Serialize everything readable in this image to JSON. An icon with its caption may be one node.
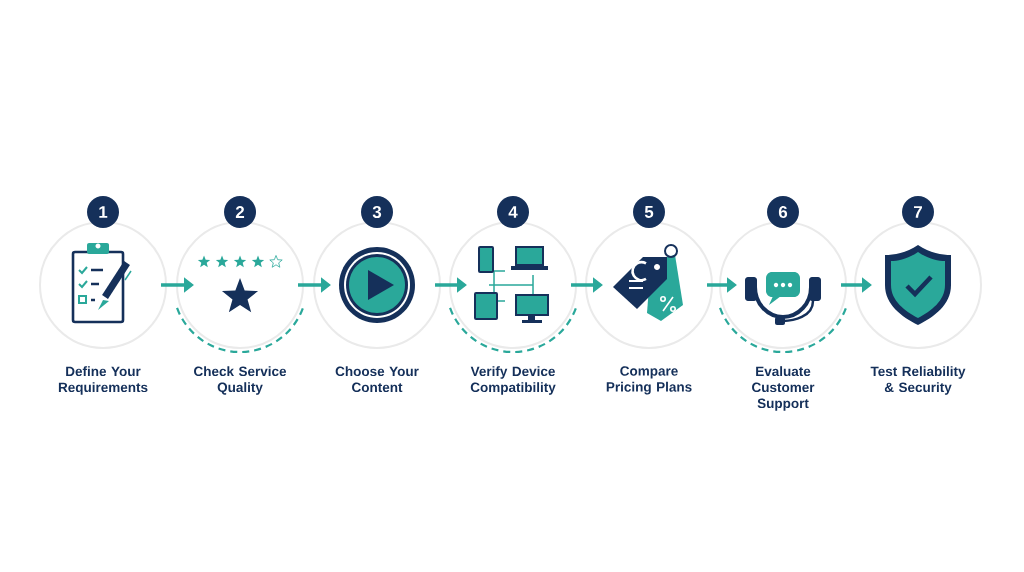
{
  "diagram": {
    "nodes": [
      {
        "text": [
          "1",
          "Define Your Requirements"
        ]
      },
      {
        "text": [
          "2",
          "Check Service Quality"
        ]
      },
      {
        "text": [
          "3",
          "Choose Your Content"
        ]
      },
      {
        "text": [
          "4",
          "Verify Device Compatibility"
        ]
      },
      {
        "text": [
          "5",
          "Compare Pricing Plans"
        ]
      },
      {
        "text": [
          "6",
          "Evaluate Customer Support"
        ]
      },
      {
        "text": [
          "7",
          "Test Reliability & Security"
        ]
      }
    ],
    "edges": [
      {
        "from": 0,
        "to": 1,
        "arrow": "to"
      },
      {
        "from": 1,
        "to": 2,
        "arrow": "to"
      },
      {
        "from": 2,
        "to": 3,
        "arrow": "to"
      },
      {
        "from": 3,
        "to": 4,
        "arrow": "to"
      },
      {
        "from": 4,
        "to": 5,
        "arrow": "to"
      },
      {
        "from": 5,
        "to": 6,
        "arrow": "to"
      }
    ]
  }
}
